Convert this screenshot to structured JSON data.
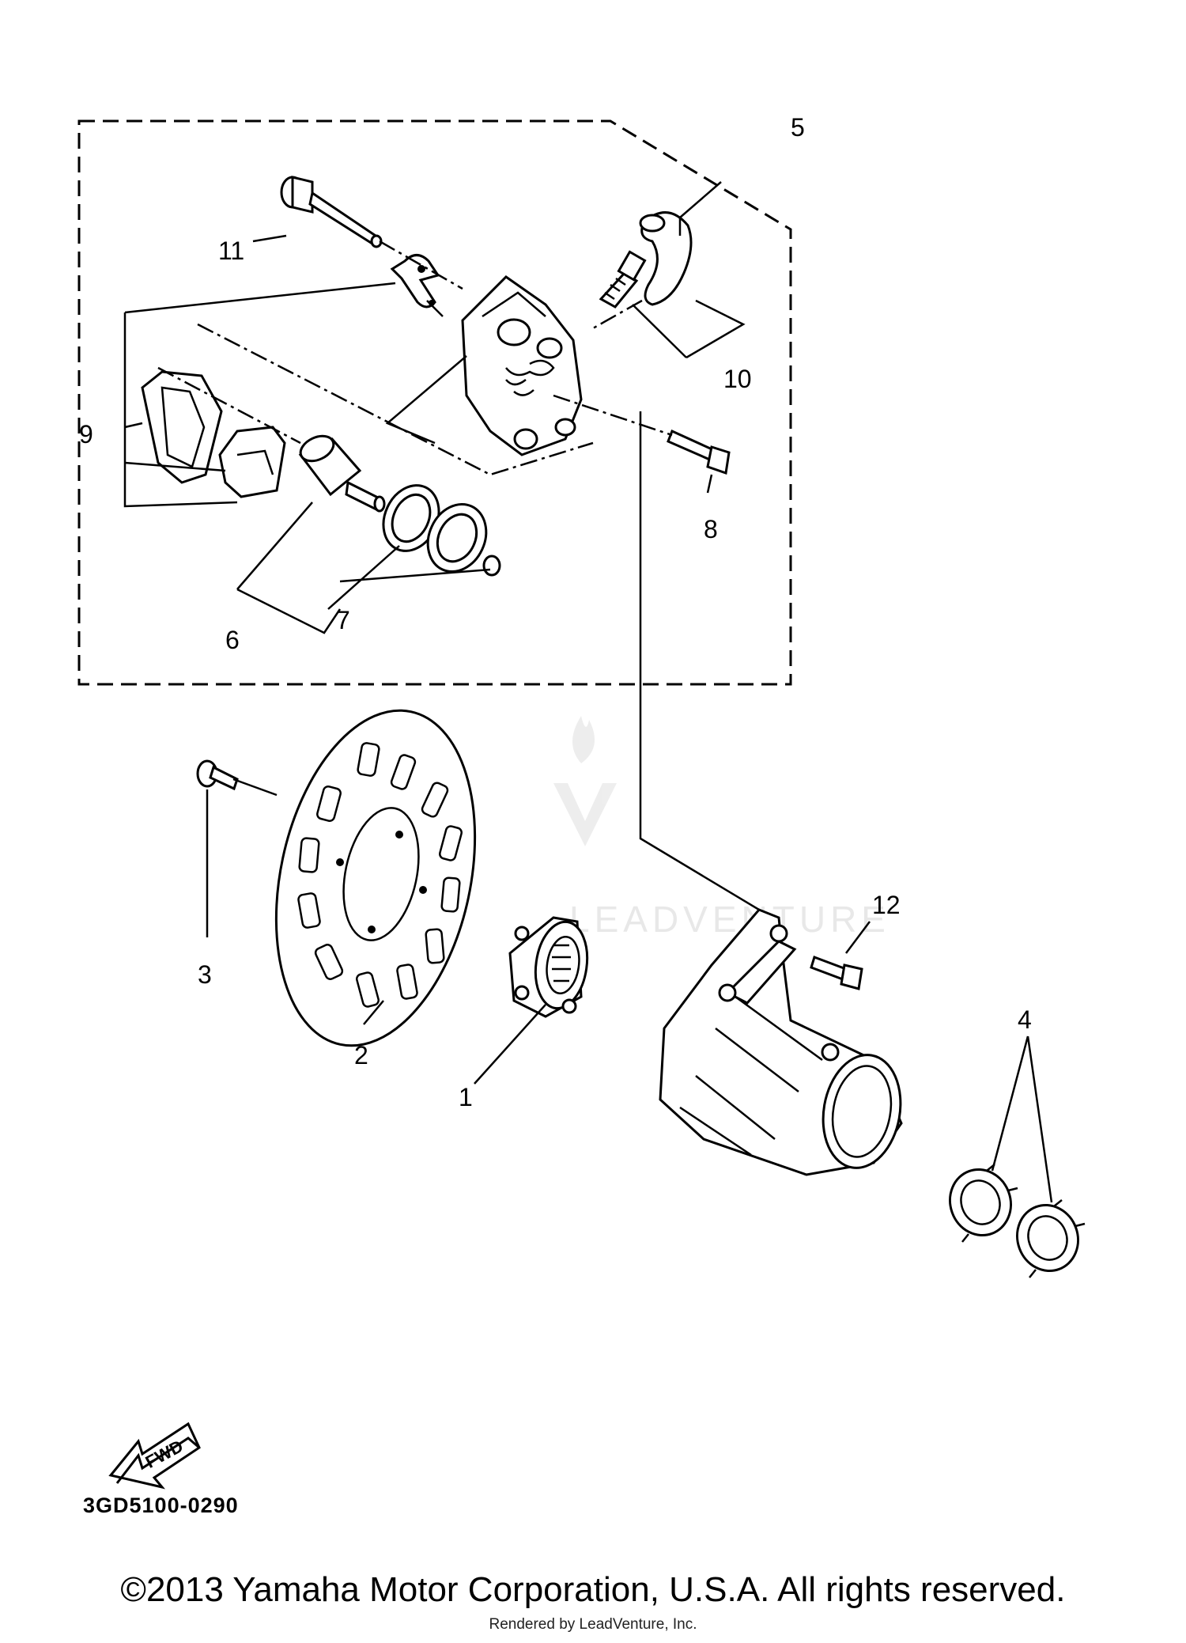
{
  "parts": {
    "p1": "1",
    "p2": "2",
    "p3": "3",
    "p4": "4",
    "p5": "5",
    "p6": "6",
    "p7": "7",
    "p8": "8",
    "p9": "9",
    "p10": "10",
    "p11": "11",
    "p12": "12"
  },
  "diagram_code": "3GD5100-0290",
  "fwd_label": "FWD",
  "watermark": "LEADVENTURE",
  "copyright": "©2013 Yamaha Motor Corporation, U.S.A. All rights reserved.",
  "rendered_by": "Rendered by LeadVenture, Inc."
}
